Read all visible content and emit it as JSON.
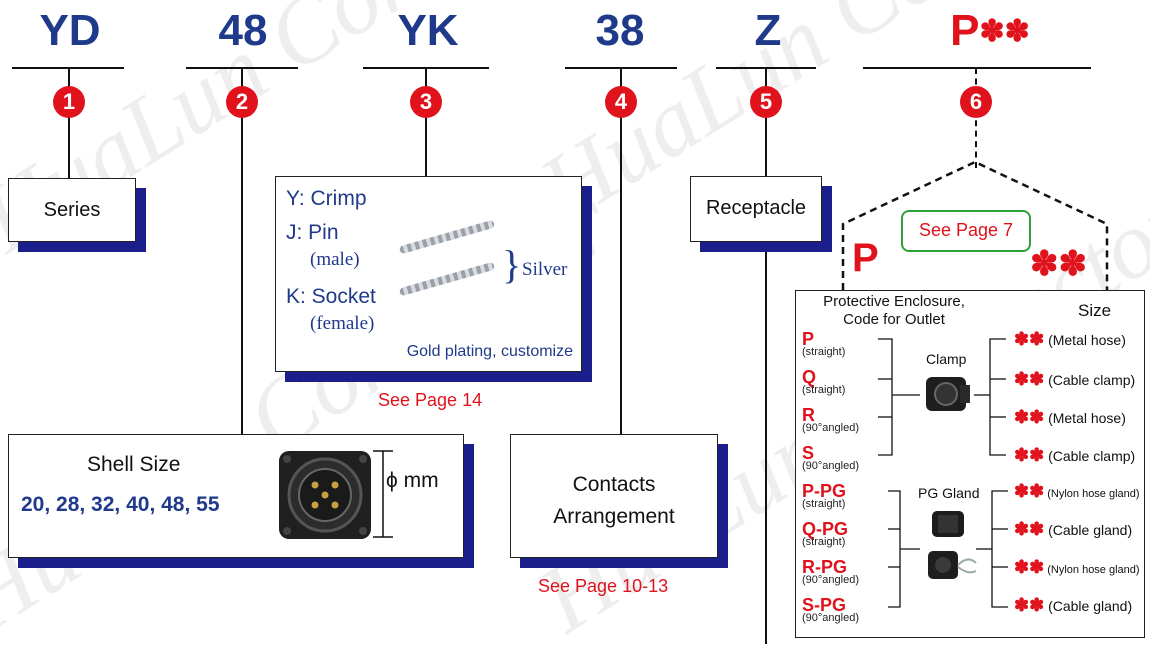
{
  "codes": {
    "c1": "YD",
    "c2": "48",
    "c3": "YK",
    "c4": "38",
    "c5": "Z",
    "c6": "P",
    "c6_ast": "✽✽"
  },
  "numbers": [
    "1",
    "2",
    "3",
    "4",
    "5",
    "6"
  ],
  "series": {
    "label": "Series"
  },
  "contacts": {
    "crimp": "Y: Crimp",
    "pin": "J: Pin",
    "male": "(male)",
    "socket": "K: Socket",
    "female": "(female)",
    "silver": "Silver",
    "gold": "Gold plating, customize",
    "see_page": "See Page 14"
  },
  "receptacle": {
    "label": "Receptacle"
  },
  "shell": {
    "title": "Shell Size",
    "sizes": "20, 28, 32, 40, 48, 55",
    "dim": "ϕ mm"
  },
  "arrangement": {
    "line1": "Contacts",
    "line2": "Arrangement",
    "see_page": "See Page 10-13"
  },
  "enclosure": {
    "see_page": "See Page 7",
    "p_label": "P",
    "ast_label": "✽✽",
    "heading_left": "Protective Enclosure, Code for Outlet",
    "heading_right": "Size",
    "clamp_label": "Clamp",
    "pg_label": "PG Gland",
    "codes": [
      {
        "code": "P",
        "note": "(straight)"
      },
      {
        "code": "Q",
        "note": "(straight)"
      },
      {
        "code": "R",
        "note": "(90°angled)"
      },
      {
        "code": "S",
        "note": "(90°angled)"
      },
      {
        "code": "P-PG",
        "note": "(straight)"
      },
      {
        "code": "Q-PG",
        "note": "(straight)"
      },
      {
        "code": "R-PG",
        "note": "(90°angled)"
      },
      {
        "code": "S-PG",
        "note": "(90°angled)"
      }
    ],
    "sizes": [
      {
        "ast": "✽✽",
        "label": "(Metal hose)"
      },
      {
        "ast": "✽✽",
        "label": "(Cable clamp)"
      },
      {
        "ast": "✽✽",
        "label": "(Metal hose)"
      },
      {
        "ast": "✽✽",
        "label": "(Cable clamp)"
      },
      {
        "ast": "✽✽",
        "label": "(Nylon hose gland)"
      },
      {
        "ast": "✽✽",
        "label": "(Cable gland)"
      },
      {
        "ast": "✽✽",
        "label": "(Nylon hose gland)"
      },
      {
        "ast": "✽✽",
        "label": "(Cable gland)"
      }
    ]
  },
  "watermark": "HuaLun Connector"
}
